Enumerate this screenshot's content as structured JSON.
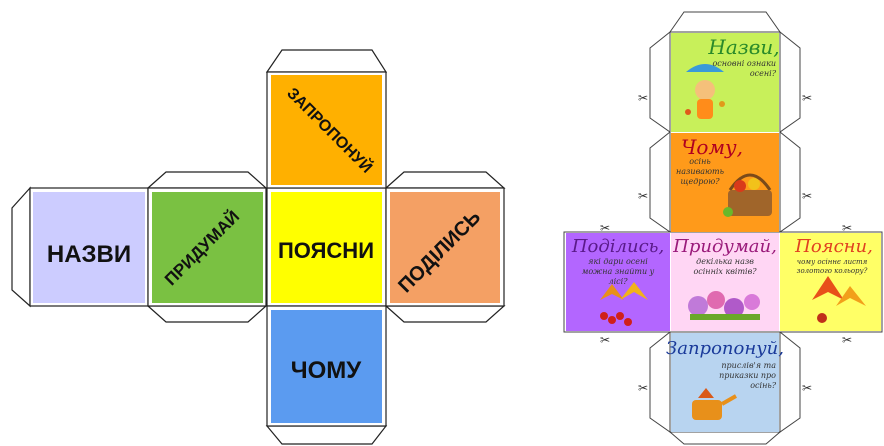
{
  "left_net": {
    "faces": {
      "nazvy": {
        "label": "НАЗВИ",
        "color": "#ccccff"
      },
      "prydumai": {
        "label": "ПРИДУМАЙ",
        "color": "#7ac142"
      },
      "poiasny": {
        "label": "ПОЯСНИ",
        "color": "#ffff00"
      },
      "podilys": {
        "label": "ПОДІЛИСЬ",
        "color": "#f4a064"
      },
      "zaproponui": {
        "label": "ЗАПРОПОНУЙ",
        "color": "#ffb000"
      },
      "chomu": {
        "label": "ЧОМУ",
        "color": "#5b9bf0"
      }
    }
  },
  "right_net": {
    "faces": {
      "nazvy": {
        "title": "Назви,",
        "text_lines": [
          "основні ознаки",
          "осені?"
        ],
        "color": "#c8f05a",
        "title_color": "#2a8a2a"
      },
      "chomu": {
        "title": "Чому,",
        "text_lines": [
          "осінь",
          "називають",
          "щедрою?"
        ],
        "color": "#ff9a1a",
        "title_color": "#b00020"
      },
      "podilys": {
        "title": "Поділись,",
        "text_lines": [
          "які дари осені",
          "можна знайти у",
          "лісі?"
        ],
        "color": "#b366ff",
        "title_color": "#5a1a8a"
      },
      "prydumai": {
        "title": "Придумай,",
        "text_lines": [
          "декілька назв",
          "осінніх квітів?"
        ],
        "color": "#ffd6f4",
        "title_color": "#9a1a7a"
      },
      "poiasny": {
        "title": "Поясни,",
        "text_lines": [
          "чому осіннє листя",
          "золотого кольору?"
        ],
        "color": "#ffff66",
        "title_color": "#e04020"
      },
      "zaproponui": {
        "title": "Запропонуй,",
        "text_lines": [
          "прислів'я та",
          "приказки про",
          "осінь?"
        ],
        "color": "#b8d4f0",
        "title_color": "#1a3a9a"
      }
    }
  },
  "icons": [
    "scissors-icon"
  ]
}
